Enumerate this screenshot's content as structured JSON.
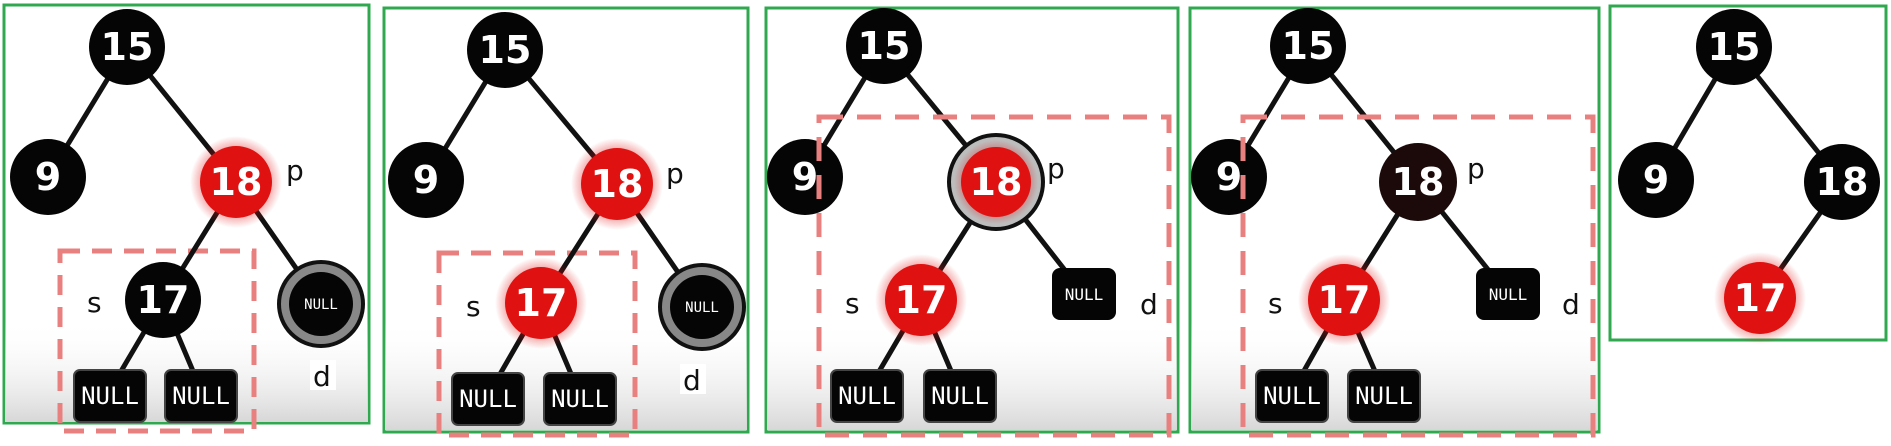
{
  "colors": {
    "frame": "#2fa84f",
    "black_node": "#050505",
    "red_node": "#e01111",
    "dark_node": "#1c0a0a",
    "dash_box": "#e88080",
    "edge": "#111111"
  },
  "panels": [
    {
      "nodes": {
        "n15": "15",
        "n9": "9",
        "n18": "18",
        "n17": "17",
        "nullL": "NULL",
        "nullR": "NULL",
        "nullD": "NULL"
      },
      "labels": {
        "p": "p",
        "s": "s",
        "d": "d"
      }
    },
    {
      "nodes": {
        "n15": "15",
        "n9": "9",
        "n18": "18",
        "n17": "17",
        "nullL": "NULL",
        "nullR": "NULL",
        "nullD": "NULL"
      },
      "labels": {
        "p": "p",
        "s": "s",
        "d": "d"
      }
    },
    {
      "nodes": {
        "n15": "15",
        "n9": "9",
        "n18": "18",
        "n17": "17",
        "nullL": "NULL",
        "nullR": "NULL",
        "nullD": "NULL"
      },
      "labels": {
        "p": "p",
        "s": "s",
        "d": "d"
      }
    },
    {
      "nodes": {
        "n15": "15",
        "n9": "9",
        "n18": "18",
        "n17": "17",
        "nullL": "NULL",
        "nullR": "NULL",
        "nullD": "NULL"
      },
      "labels": {
        "p": "p",
        "s": "s",
        "d": "d"
      }
    },
    {
      "nodes": {
        "n15": "15",
        "n9": "9",
        "n18": "18",
        "n17": "17"
      }
    }
  ]
}
